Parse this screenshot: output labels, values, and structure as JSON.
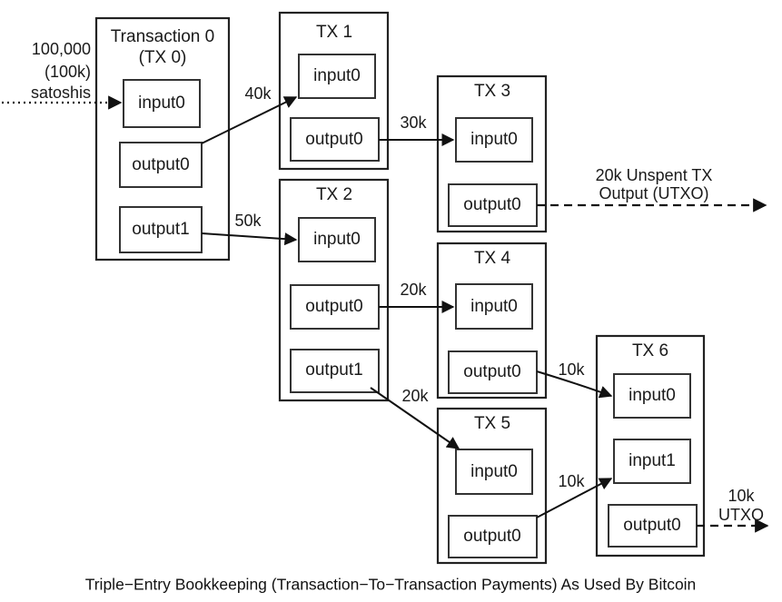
{
  "diagram": {
    "caption": "Triple−Entry Bookkeeping (Transaction−To−Transaction Payments) As Used By Bitcoin",
    "source_label": {
      "line1": "100,000",
      "line2": "(100k)",
      "line3": "satoshis"
    },
    "utxo_top": {
      "line1": "20k Unspent TX",
      "line2": "Output (UTXO)"
    },
    "utxo_bottom": {
      "line1": "10k",
      "line2": "UTXO"
    },
    "transactions": [
      {
        "id": "tx0",
        "title_line1": "Transaction 0",
        "title_line2": "(TX 0)",
        "slots": [
          "input0",
          "output0",
          "output1"
        ]
      },
      {
        "id": "tx1",
        "title_line1": "TX 1",
        "title_line2": "",
        "slots": [
          "input0",
          "output0"
        ]
      },
      {
        "id": "tx2",
        "title_line1": "TX 2",
        "title_line2": "",
        "slots": [
          "input0",
          "output0",
          "output1"
        ]
      },
      {
        "id": "tx3",
        "title_line1": "TX 3",
        "title_line2": "",
        "slots": [
          "input0",
          "output0"
        ]
      },
      {
        "id": "tx4",
        "title_line1": "TX 4",
        "title_line2": "",
        "slots": [
          "input0",
          "output0"
        ]
      },
      {
        "id": "tx5",
        "title_line1": "TX 5",
        "title_line2": "",
        "slots": [
          "input0",
          "output0"
        ]
      },
      {
        "id": "tx6",
        "title_line1": "TX 6",
        "title_line2": "",
        "slots": [
          "input0",
          "input1",
          "output0"
        ]
      }
    ],
    "flows": [
      {
        "id": "f-100k",
        "amount": "",
        "from": "external",
        "to": "tx0.input0",
        "style": "dotted"
      },
      {
        "id": "f-40k",
        "amount": "40k",
        "from": "tx0.output0",
        "to": "tx1.input0",
        "style": "solid"
      },
      {
        "id": "f-50k",
        "amount": "50k",
        "from": "tx0.output1",
        "to": "tx2.input0",
        "style": "solid"
      },
      {
        "id": "f-30k",
        "amount": "30k",
        "from": "tx1.output0",
        "to": "tx3.input0",
        "style": "solid"
      },
      {
        "id": "f-20k-tx4",
        "amount": "20k",
        "from": "tx2.output0",
        "to": "tx4.input0",
        "style": "solid"
      },
      {
        "id": "f-20k-tx5",
        "amount": "20k",
        "from": "tx2.output1",
        "to": "tx5.input0",
        "style": "solid"
      },
      {
        "id": "f-10k-input0",
        "amount": "10k",
        "from": "tx4.output0",
        "to": "tx6.input0",
        "style": "solid"
      },
      {
        "id": "f-10k-input1",
        "amount": "10k",
        "from": "tx5.output0",
        "to": "tx6.input1",
        "style": "solid"
      },
      {
        "id": "f-utxo-20k",
        "amount": "",
        "from": "tx3.output0",
        "to": "external",
        "style": "dashed"
      },
      {
        "id": "f-utxo-10k",
        "amount": "",
        "from": "tx6.output0",
        "to": "external",
        "style": "dashed"
      }
    ],
    "colors": {
      "stroke": "#222222",
      "text": "#1a1a1a",
      "background": "#ffffff"
    }
  }
}
